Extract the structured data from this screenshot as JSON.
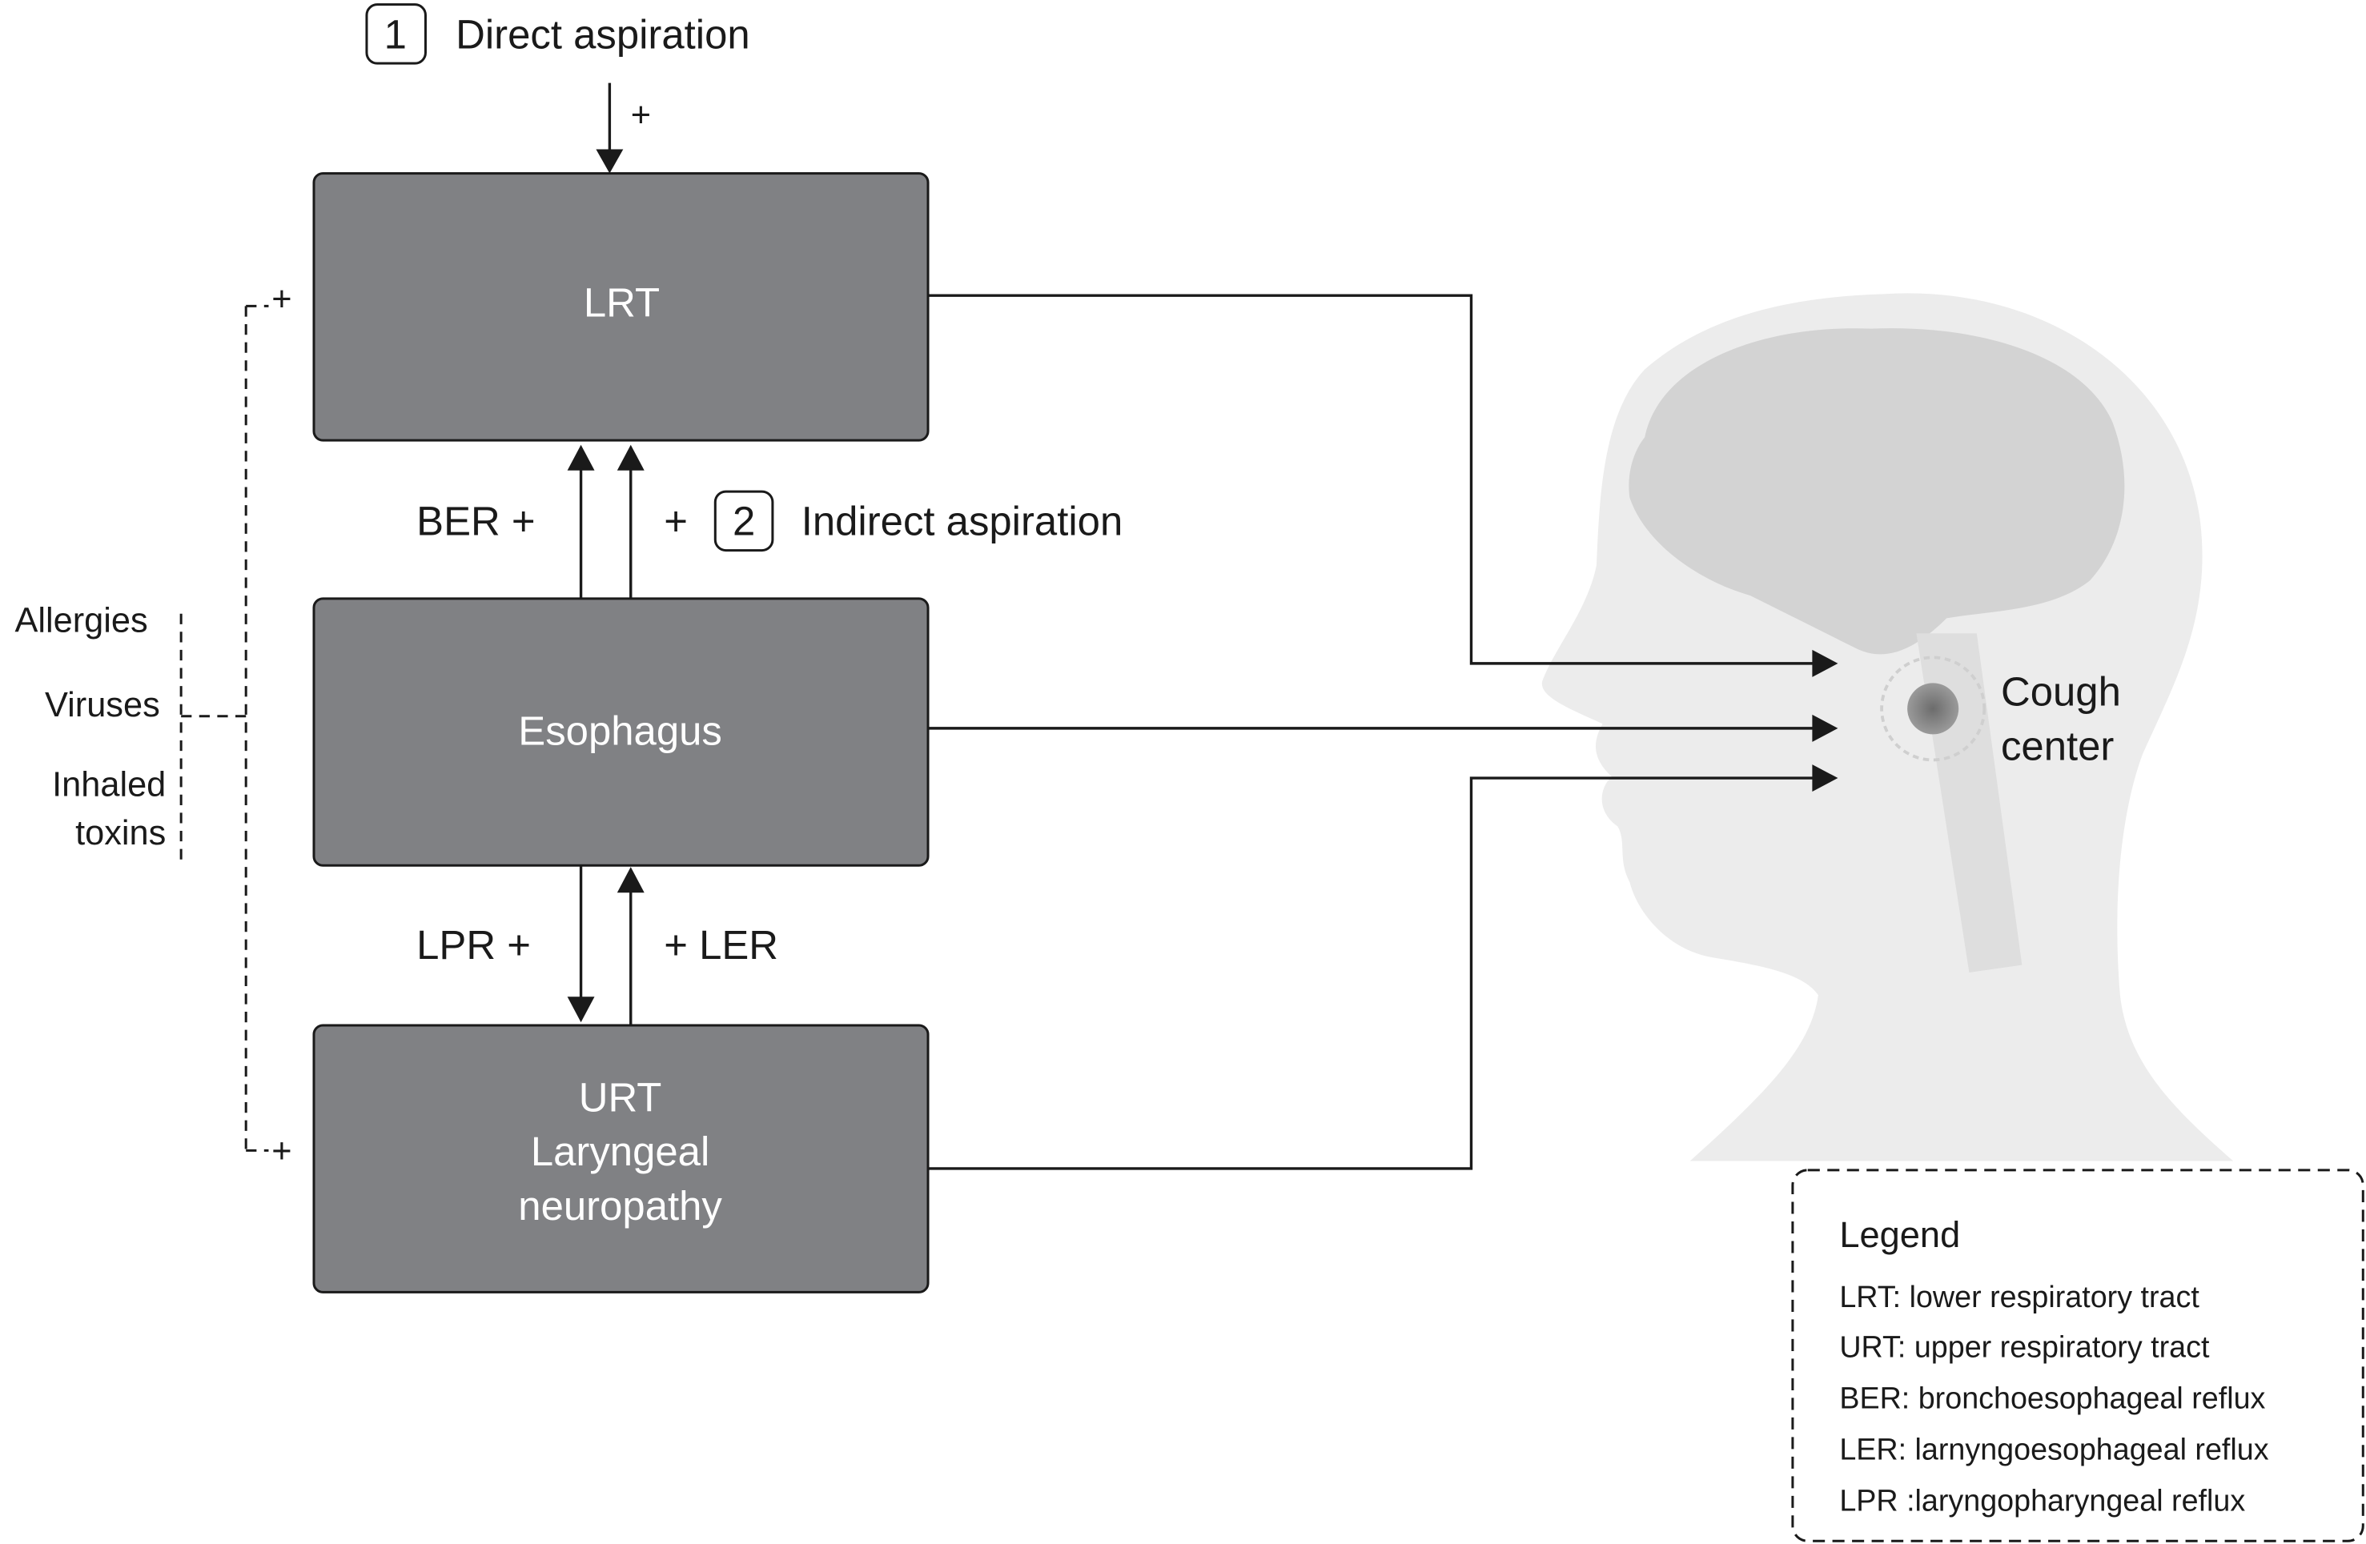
{
  "boxes": {
    "lrt": "LRT",
    "esophagus": "Esophagus",
    "urt_line1": "URT",
    "urt_line2": "Laryngeal",
    "urt_line3": "neuropathy"
  },
  "pathways": {
    "direct_number": "1",
    "direct_label": "Direct aspiration",
    "direct_sign": "+",
    "indirect_number": "2",
    "indirect_label": "Indirect aspiration",
    "indirect_sign": "+",
    "ber_label": "BER +",
    "lpr_label": "LPR  +",
    "ler_label": "+  LER",
    "upper_plus": "+",
    "lower_plus": "+"
  },
  "triggers": [
    "Allergies",
    "Viruses",
    "Inhaled",
    "toxins"
  ],
  "target": {
    "line1": "Cough",
    "line2": "center"
  },
  "legend": {
    "title": "Legend",
    "items": [
      "LRT: lower respiratory tract",
      "URT: upper respiratory tract",
      "BER: bronchoesophageal reflux",
      "LER: larnyngoesophageal reflux",
      "LPR :laryngopharyngeal reflux"
    ]
  },
  "colors": {
    "box_fill": "#808184",
    "head_silhouette": "#ececec",
    "brain": "#d3d3d3",
    "cough_center": "#7a7a7a"
  }
}
